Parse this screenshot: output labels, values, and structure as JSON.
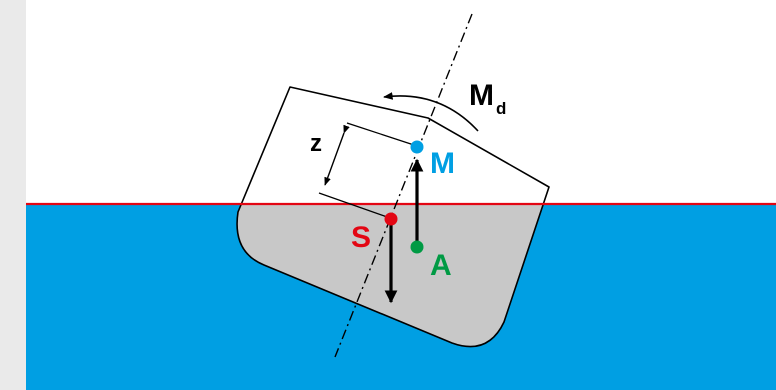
{
  "colors": {
    "frame_bg": "#eaeaea",
    "panel_bg": "#ffffff",
    "water": "#009fe3",
    "waterline": "#e30613",
    "hull_fill_above": "#ffffff",
    "hull_fill_below": "#c8c8c8",
    "outline": "#000000",
    "label_M": "#009fe3",
    "label_S": "#e30613",
    "label_A": "#009a44"
  },
  "labels": {
    "moment": "M",
    "moment_subscript": "d",
    "metacenter": "M",
    "center_of_gravity": "S",
    "center_of_buoyancy": "A",
    "distance": "z"
  }
}
